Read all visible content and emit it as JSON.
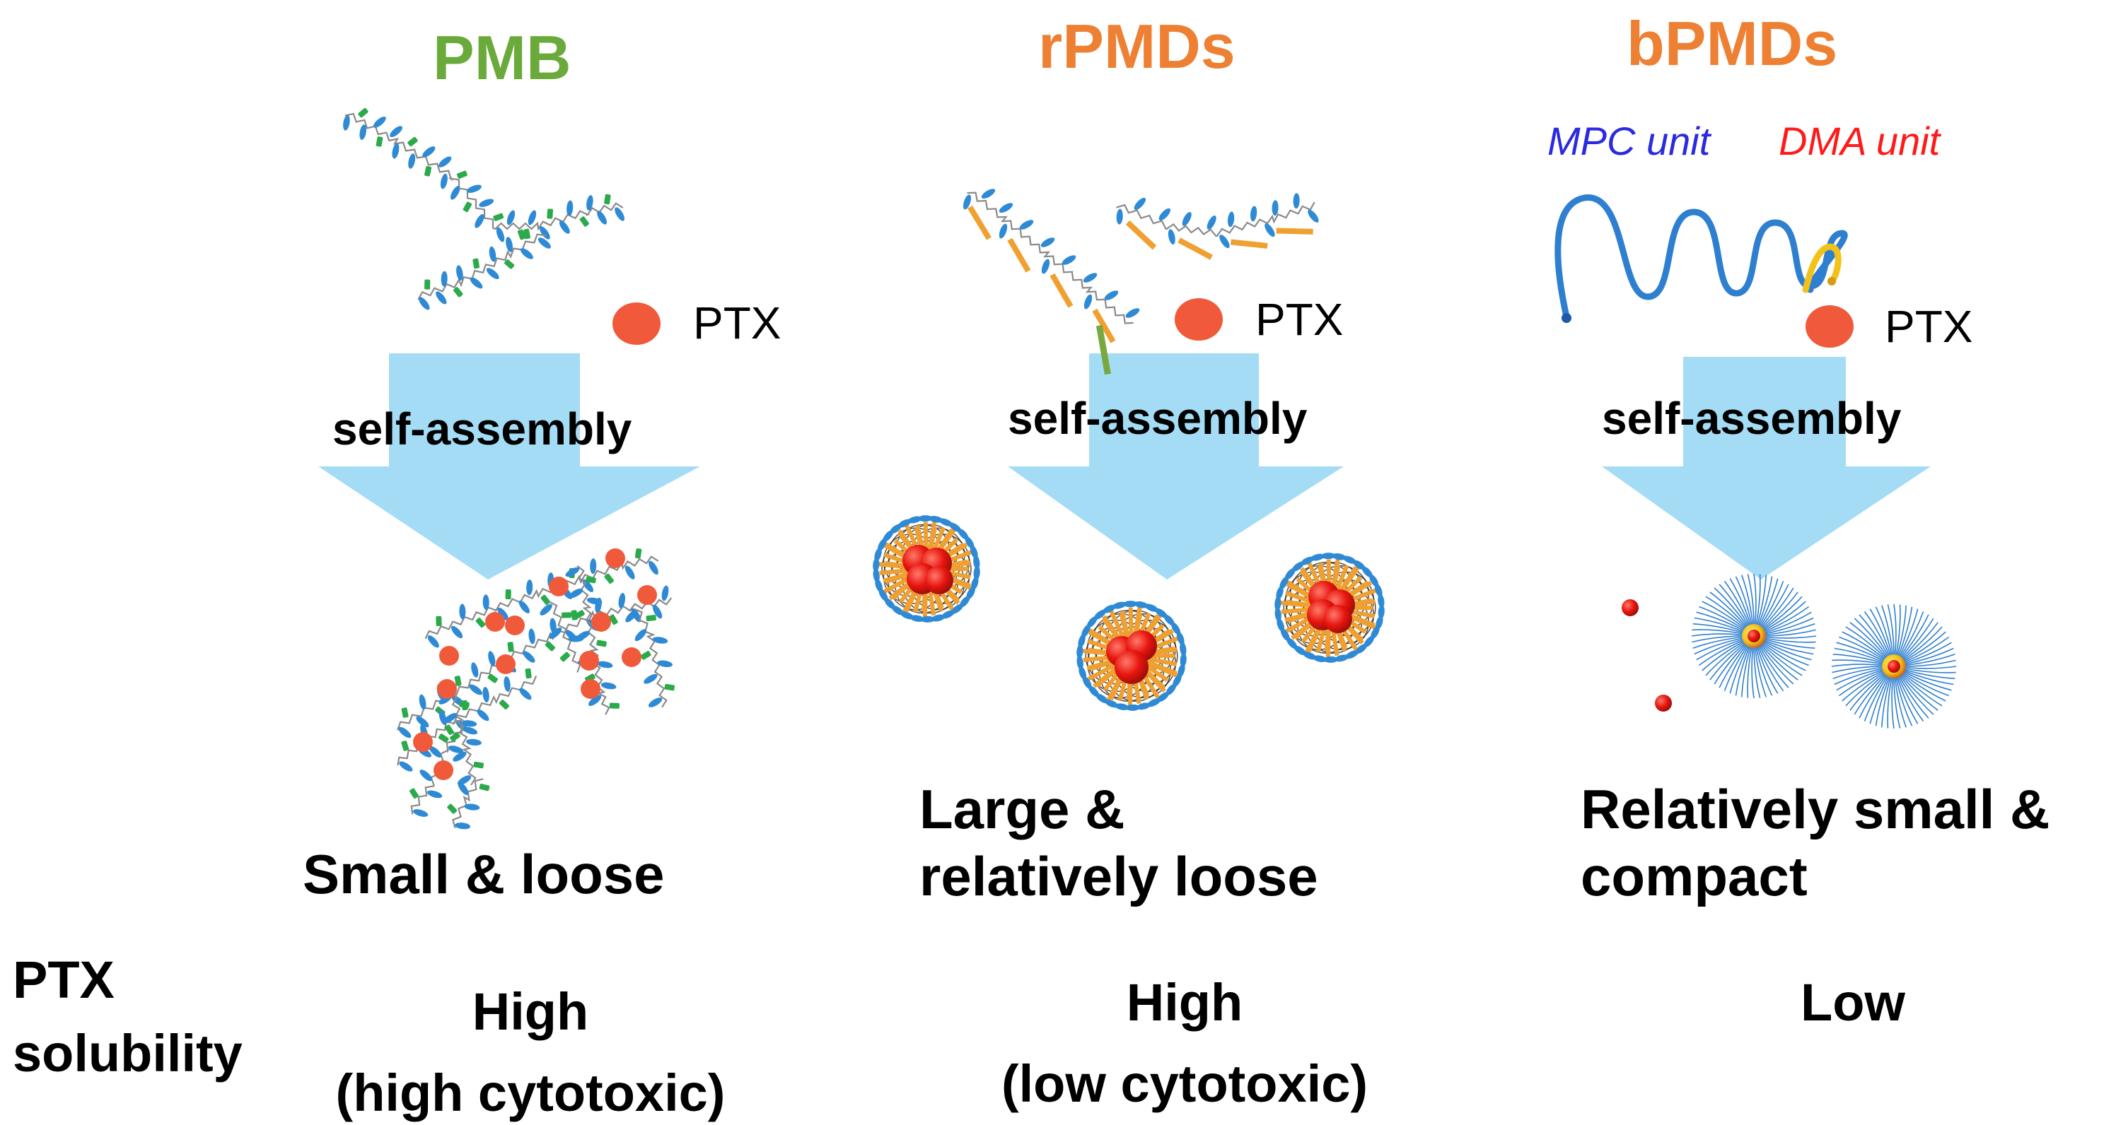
{
  "titles": {
    "pmb": "PMB",
    "rpmds": "rPMDs",
    "bpmds": "bPMDs"
  },
  "legend": {
    "ptx": "PTX",
    "mpc_unit": "MPC unit",
    "dma_unit": "DMA unit"
  },
  "arrows": {
    "label": "self-assembly"
  },
  "outcomes": {
    "pmb": "Small & loose",
    "rpmds_line1": "Large &",
    "rpmds_line2": "relatively loose",
    "bpmds_line1": "Relatively small &",
    "bpmds_line2": "compact"
  },
  "solubility": {
    "row_label_line1": "PTX",
    "row_label_line2": "solubility",
    "pmb_value": "High",
    "pmb_note": "(high cytotoxic)",
    "rpmds_value": "High",
    "rpmds_note": "(low cytotoxic)",
    "bpmds_value": "Low"
  },
  "colors": {
    "pmb_title": "#6aaa3a",
    "pmd_title": "#ee8033",
    "arrow_fill": "#a4dcf5",
    "ptx_drug": "#f05a3a",
    "mpc_blue": "#2f7fd0",
    "dma_yellow": "#f2c21a",
    "dma_text": "#ff1a1a",
    "mpc_text": "#2a2ae0",
    "side_chain_orange": "#f0a030",
    "pmb_green": "#2aaa4a"
  }
}
